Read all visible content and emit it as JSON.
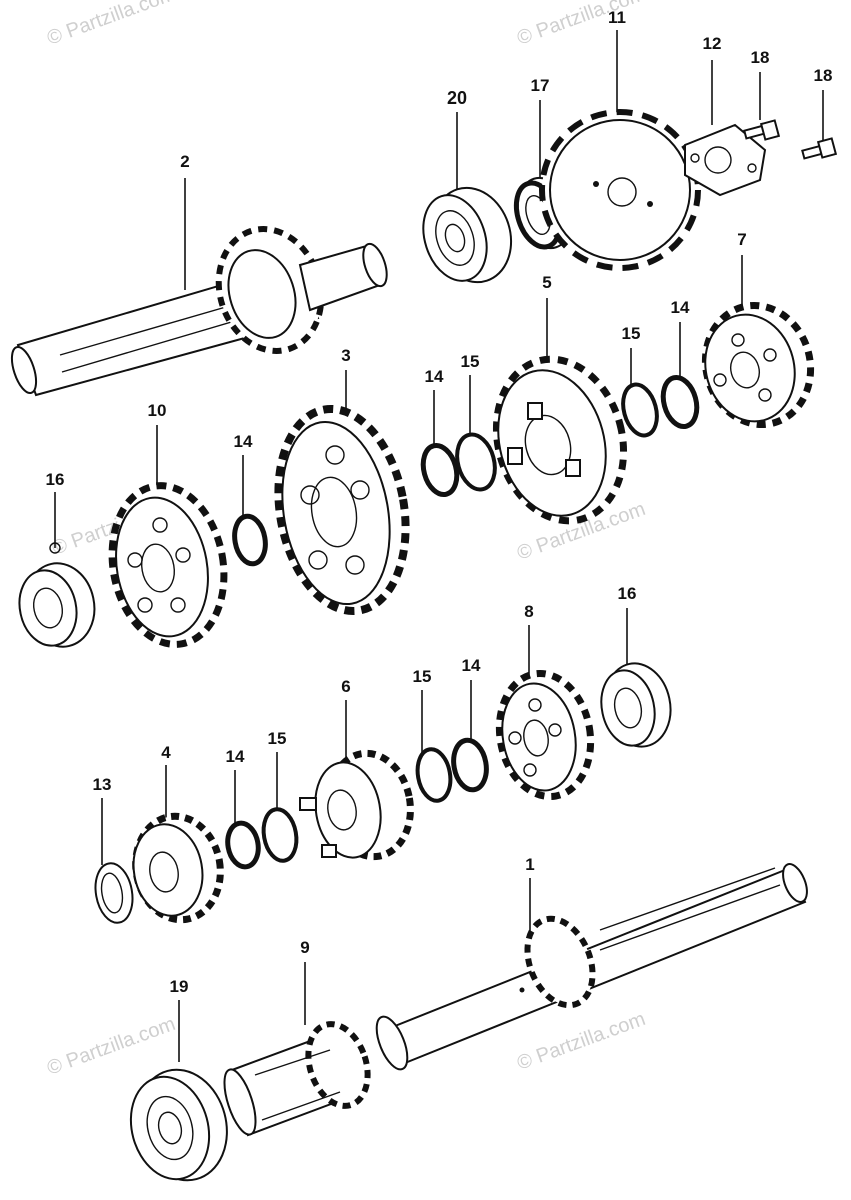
{
  "watermark": "© Partzilla.com",
  "labels": {
    "l1": "1",
    "l2": "2",
    "l3": "3",
    "l4": "4",
    "l5": "5",
    "l6": "6",
    "l7": "7",
    "l8": "8",
    "l9": "9",
    "l10": "10",
    "l11": "11",
    "l12": "12",
    "l13": "13",
    "l14a": "14",
    "l14b": "14",
    "l14c": "14",
    "l14d": "14",
    "l14e": "14",
    "l15a": "15",
    "l15b": "15",
    "l15c": "15",
    "l15d": "15",
    "l16a": "16",
    "l16b": "16",
    "l17": "17",
    "l18a": "18",
    "l18b": "18",
    "l19": "19",
    "l20": "20"
  }
}
